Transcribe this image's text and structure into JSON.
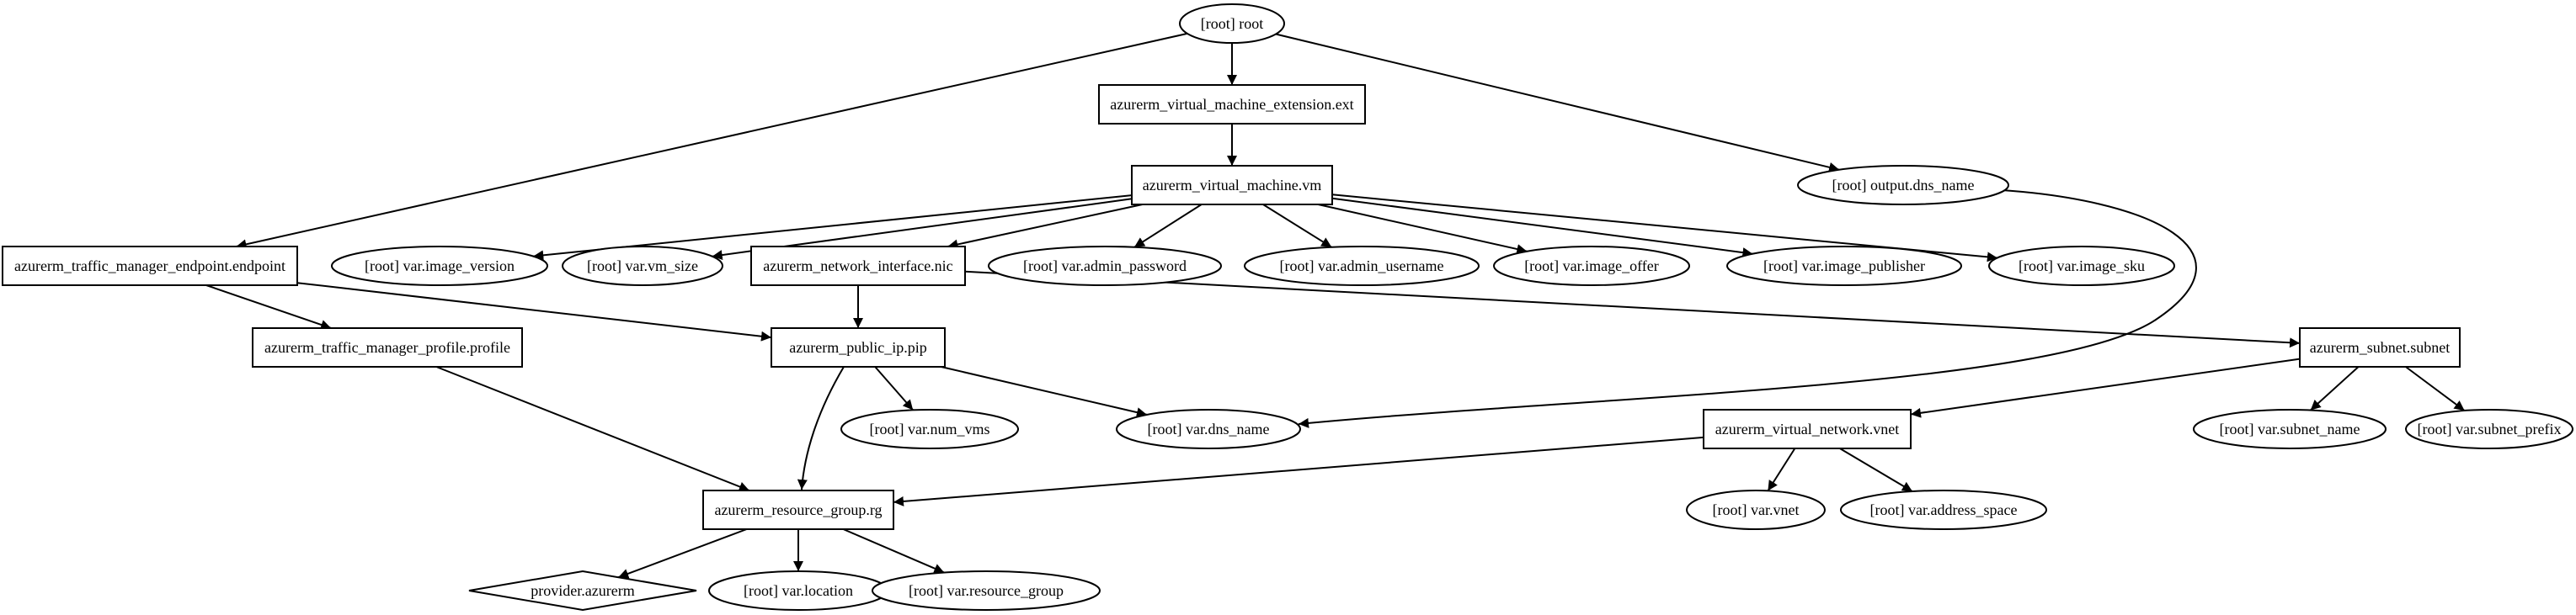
{
  "graph": {
    "nodes": [
      {
        "id": "root",
        "label": "[root] root",
        "shape": "ellipse"
      },
      {
        "id": "ext",
        "label": "azurerm_virtual_machine_extension.ext",
        "shape": "box"
      },
      {
        "id": "vm",
        "label": "azurerm_virtual_machine.vm",
        "shape": "box"
      },
      {
        "id": "out_dns",
        "label": "[root] output.dns_name",
        "shape": "ellipse"
      },
      {
        "id": "tm_endpoint",
        "label": "azurerm_traffic_manager_endpoint.endpoint",
        "shape": "box"
      },
      {
        "id": "image_version",
        "label": "[root] var.image_version",
        "shape": "ellipse"
      },
      {
        "id": "vm_size",
        "label": "[root] var.vm_size",
        "shape": "ellipse"
      },
      {
        "id": "nic",
        "label": "azurerm_network_interface.nic",
        "shape": "box"
      },
      {
        "id": "admin_password",
        "label": "[root] var.admin_password",
        "shape": "ellipse"
      },
      {
        "id": "admin_username",
        "label": "[root] var.admin_username",
        "shape": "ellipse"
      },
      {
        "id": "image_offer",
        "label": "[root] var.image_offer",
        "shape": "ellipse"
      },
      {
        "id": "image_publisher",
        "label": "[root] var.image_publisher",
        "shape": "ellipse"
      },
      {
        "id": "image_sku",
        "label": "[root] var.image_sku",
        "shape": "ellipse"
      },
      {
        "id": "tm_profile",
        "label": "azurerm_traffic_manager_profile.profile",
        "shape": "box"
      },
      {
        "id": "pip",
        "label": "azurerm_public_ip.pip",
        "shape": "box"
      },
      {
        "id": "subnet",
        "label": "azurerm_subnet.subnet",
        "shape": "box"
      },
      {
        "id": "num_vms",
        "label": "[root] var.num_vms",
        "shape": "ellipse"
      },
      {
        "id": "dns_name",
        "label": "[root] var.dns_name",
        "shape": "ellipse"
      },
      {
        "id": "vnet",
        "label": "azurerm_virtual_network.vnet",
        "shape": "box"
      },
      {
        "id": "subnet_name",
        "label": "[root] var.subnet_name",
        "shape": "ellipse"
      },
      {
        "id": "subnet_prefix",
        "label": "[root] var.subnet_prefix",
        "shape": "ellipse"
      },
      {
        "id": "rg",
        "label": "azurerm_resource_group.rg",
        "shape": "box"
      },
      {
        "id": "var_vnet",
        "label": "[root] var.vnet",
        "shape": "ellipse"
      },
      {
        "id": "address_space",
        "label": "[root] var.address_space",
        "shape": "ellipse"
      },
      {
        "id": "provider",
        "label": "provider.azurerm",
        "shape": "diamond"
      },
      {
        "id": "location",
        "label": "[root] var.location",
        "shape": "ellipse"
      },
      {
        "id": "resource_group",
        "label": "[root] var.resource_group",
        "shape": "ellipse"
      }
    ],
    "edges": [
      {
        "from": "root",
        "to": "ext"
      },
      {
        "from": "root",
        "to": "tm_endpoint"
      },
      {
        "from": "root",
        "to": "out_dns"
      },
      {
        "from": "ext",
        "to": "vm"
      },
      {
        "from": "vm",
        "to": "image_version"
      },
      {
        "from": "vm",
        "to": "vm_size"
      },
      {
        "from": "vm",
        "to": "nic"
      },
      {
        "from": "vm",
        "to": "admin_password"
      },
      {
        "from": "vm",
        "to": "admin_username"
      },
      {
        "from": "vm",
        "to": "image_offer"
      },
      {
        "from": "vm",
        "to": "image_publisher"
      },
      {
        "from": "vm",
        "to": "image_sku"
      },
      {
        "from": "out_dns",
        "to": "dns_name"
      },
      {
        "from": "tm_endpoint",
        "to": "tm_profile"
      },
      {
        "from": "tm_endpoint",
        "to": "pip"
      },
      {
        "from": "nic",
        "to": "pip"
      },
      {
        "from": "nic",
        "to": "subnet"
      },
      {
        "from": "tm_profile",
        "to": "rg"
      },
      {
        "from": "pip",
        "to": "rg"
      },
      {
        "from": "pip",
        "to": "num_vms"
      },
      {
        "from": "pip",
        "to": "dns_name"
      },
      {
        "from": "subnet",
        "to": "vnet"
      },
      {
        "from": "subnet",
        "to": "subnet_name"
      },
      {
        "from": "subnet",
        "to": "subnet_prefix"
      },
      {
        "from": "vnet",
        "to": "rg"
      },
      {
        "from": "vnet",
        "to": "var_vnet"
      },
      {
        "from": "vnet",
        "to": "address_space"
      },
      {
        "from": "rg",
        "to": "provider"
      },
      {
        "from": "rg",
        "to": "location"
      },
      {
        "from": "rg",
        "to": "resource_group"
      }
    ]
  }
}
